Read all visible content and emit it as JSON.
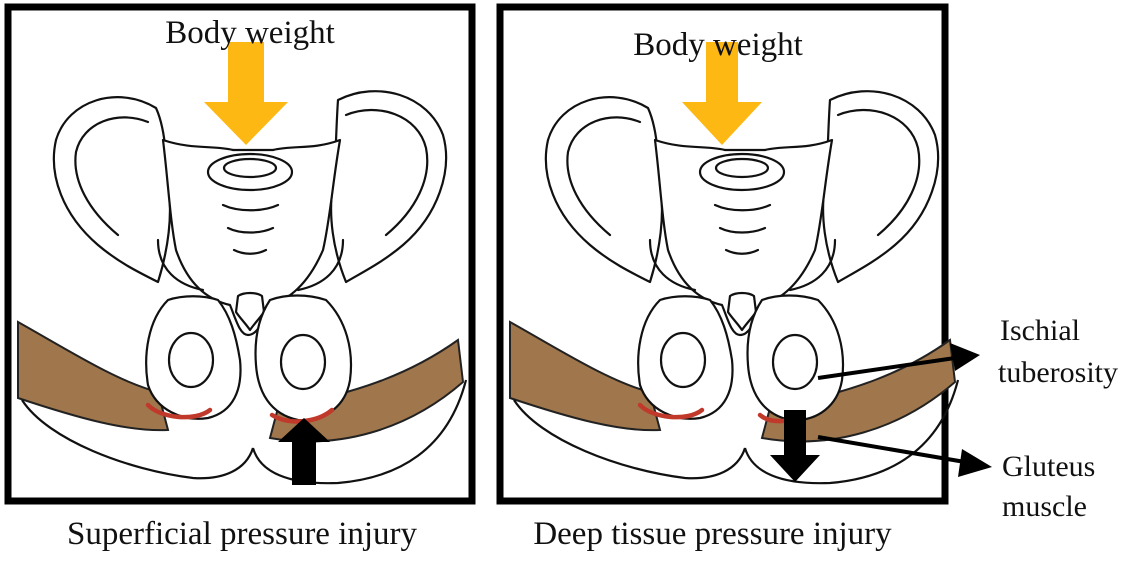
{
  "panels": [
    {
      "weight_label": "Body weight",
      "caption": "Superficial pressure injury"
    },
    {
      "weight_label": "Body weight",
      "caption": "Deep tissue pressure injury"
    }
  ],
  "callouts": {
    "ischial_tuberosity": [
      "Ischial",
      "tuberosity"
    ],
    "gluteus_muscle": [
      "Gluteus",
      "muscle"
    ]
  },
  "colors": {
    "weight_arrow": "#FDB813",
    "muscle": "#A0774C",
    "injury": "#C0392B",
    "pressure_arrow": "#000000",
    "frame": "#000000"
  }
}
